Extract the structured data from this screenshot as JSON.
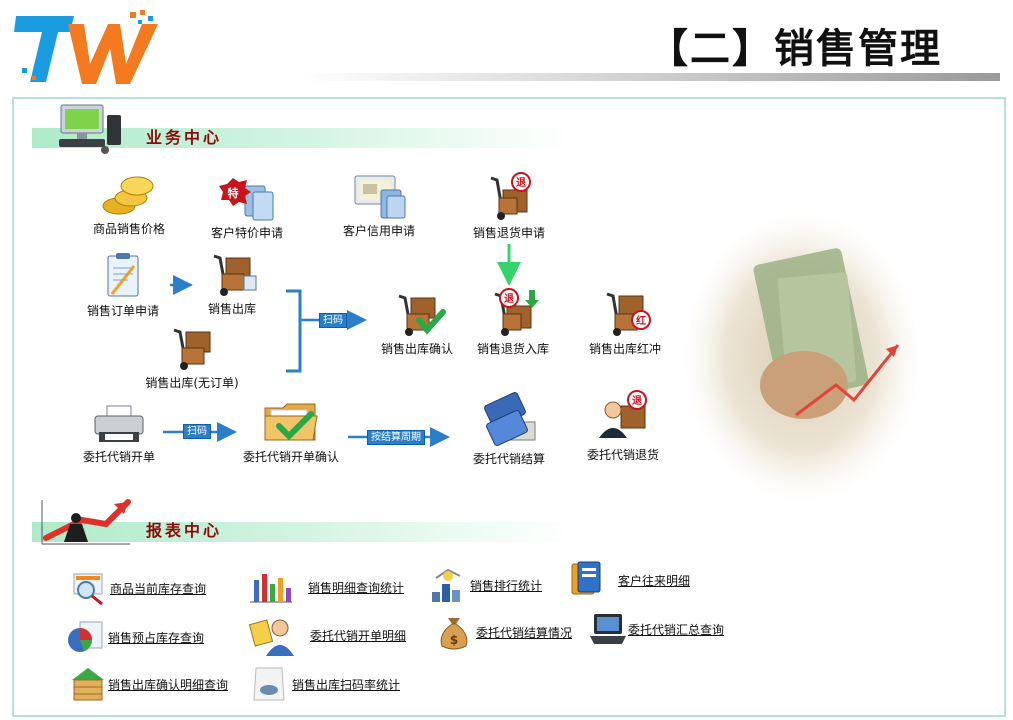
{
  "header": {
    "title": "【二】销售管理",
    "logo_icon": "tw-logo-icon"
  },
  "business": {
    "title": "业务中心",
    "icon": "computer-icon",
    "nodes": {
      "price": "商品销售价格",
      "special": "客户特价申请",
      "special_badge": "特",
      "credit": "客户信用申请",
      "return_apply": "销售退货申请",
      "order": "销售订单申请",
      "outbound": "销售出库",
      "outbound_noorder": "销售出库(无订单)",
      "outbound_confirm": "销售出库确认",
      "return_in": "销售退货入库",
      "outbound_red": "销售出库红冲",
      "consign_open": "委托代销开单",
      "consign_confirm": "委托代销开单确认",
      "consign_settle": "委托代销结算",
      "consign_return": "委托代销退货"
    },
    "badges": {
      "return": "退",
      "red": "红",
      "special": "特"
    },
    "arrows": {
      "scan1": "扫码",
      "scan2": "扫码",
      "by_period": "按结算周期"
    }
  },
  "reports": {
    "title": "报表中心",
    "items": [
      "商品当前库存查询",
      "销售明细查询统计",
      "销售排行统计",
      "客户往来明细",
      "销售预占库存查询",
      "委托代销开单明细",
      "委托代销结算情况",
      "委托代销汇总查询",
      "销售出库确认明细查询",
      "销售出库扫码率统计"
    ]
  },
  "colors": {
    "section_title": "#8a0d0d",
    "band": "#aeeac9",
    "frame_border": "#b8e0dd",
    "flow_arrow": "#2a7fc8",
    "return_arrow": "#33d46a"
  }
}
